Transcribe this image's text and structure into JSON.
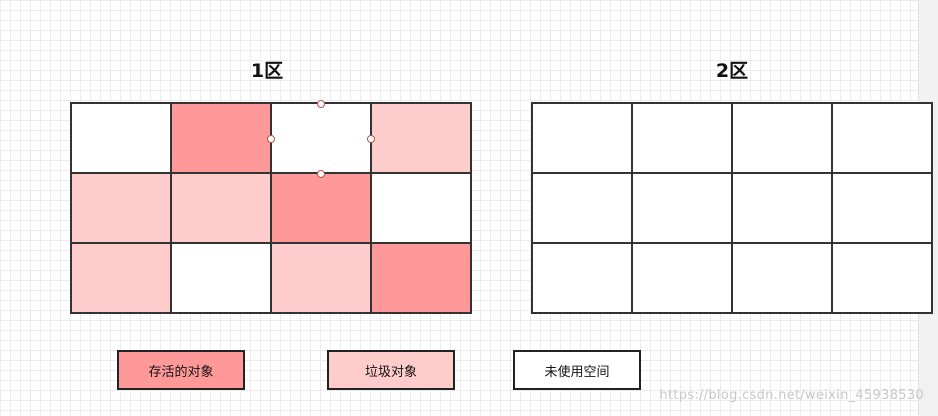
{
  "zone1": {
    "title": "1区",
    "cells": [
      "empty",
      "alive",
      "empty",
      "garbage",
      "garbage",
      "garbage",
      "alive",
      "empty",
      "garbage",
      "empty",
      "garbage",
      "alive"
    ]
  },
  "zone2": {
    "title": "2区",
    "cells": [
      "empty",
      "empty",
      "empty",
      "empty",
      "empty",
      "empty",
      "empty",
      "empty",
      "empty",
      "empty",
      "empty",
      "empty"
    ]
  },
  "legend": {
    "alive_label": "存活的对象",
    "garbage_label": "垃圾对象",
    "empty_label": "未使用空间"
  },
  "colors": {
    "alive": "#ff9999",
    "garbage": "#ffcccc",
    "empty": "#ffffff"
  },
  "watermark": "https://blog.csdn.net/weixin_45938530"
}
